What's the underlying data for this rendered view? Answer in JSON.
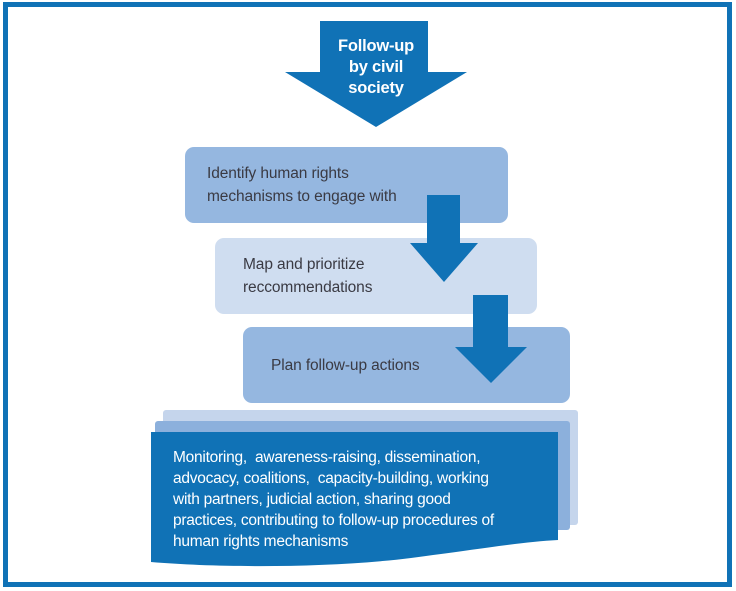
{
  "theme": {
    "brand": "#1072b6",
    "box_medium": "#95b7e0",
    "box_light": "#cfddf0",
    "stack_back": "#c5d5ec",
    "stack_mid": "#8cb0dc",
    "text_dark": "#3a3a43",
    "text_light": "#ffffff"
  },
  "diagram": {
    "start": {
      "label": "Follow-up\nby civil\nsociety"
    },
    "steps": [
      {
        "label": "Identify human rights\nmechanisms to engage with"
      },
      {
        "label": "Map and prioritize\nreccommendations"
      },
      {
        "label": "Plan follow-up actions"
      }
    ],
    "outcomes": {
      "label": "Monitoring,  awareness-raising, dissemination,\nadvocacy, coalitions,  capacity-building, working\nwith partners, judicial action, sharing good\npractices, contributing to follow-up procedures of\nhuman rights mechanisms"
    }
  }
}
